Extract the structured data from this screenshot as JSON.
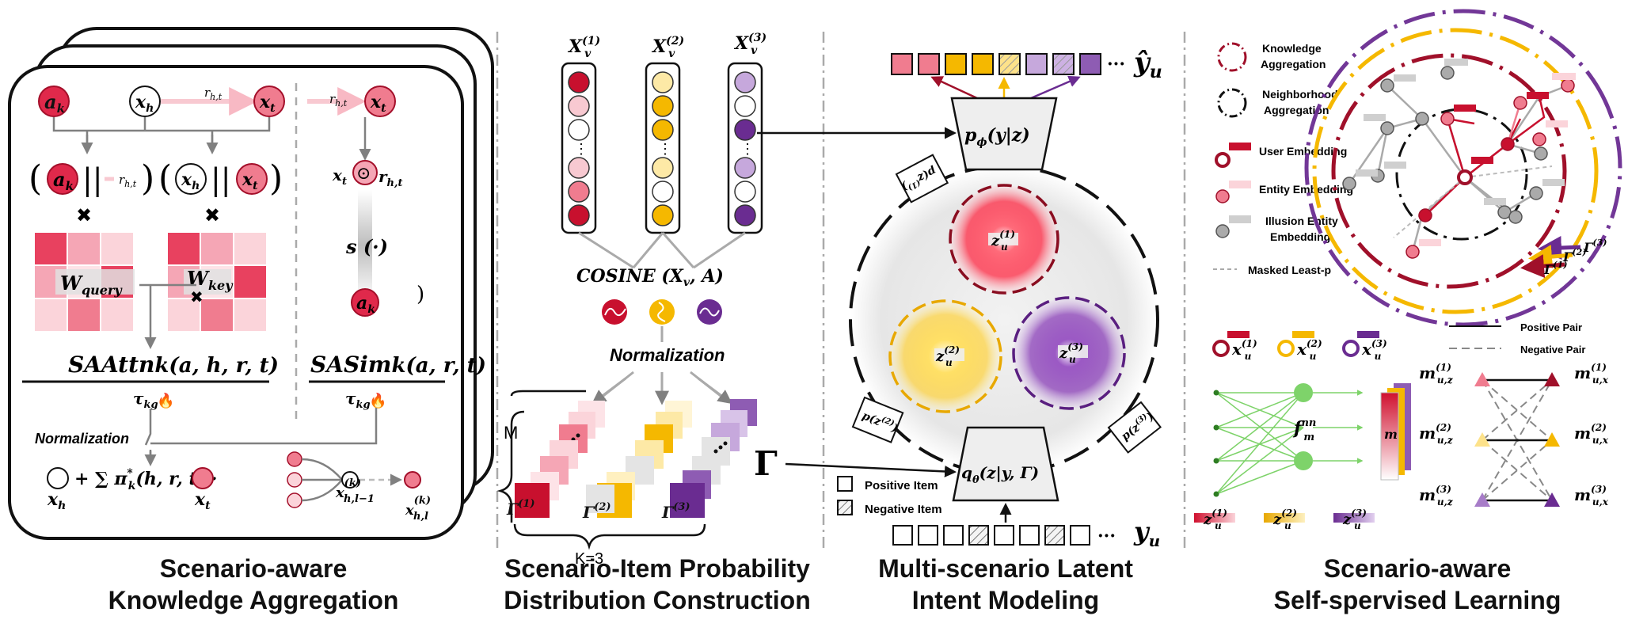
{
  "colors": {
    "red": "#c8102e",
    "pink": "#f07c8f",
    "lightpink": "#f8c9d1",
    "gold": "#f5b800",
    "lightgold": "#fde9a6",
    "purple": "#6a2c91",
    "lightpurple": "#c6a8dc",
    "green": "#7ed36a",
    "gray": "#9a9a9a"
  },
  "panel1": {
    "caption_line1": "Scenario-aware",
    "caption_line2": "Knowledge Aggregation",
    "node_ak": "a",
    "node_ak_sub": "k",
    "node_xh": "x",
    "node_xh_sub": "h",
    "node_xt": "x",
    "node_xt_sub": "t",
    "rel": "r",
    "rel_sub": "h,t",
    "concat": "||",
    "times": "✖",
    "wq": "W",
    "wq_sub": "query",
    "wk": "W",
    "wk_sub": "key",
    "saattn": "SAAttn",
    "saattn_args": "k(a, h, r, t)",
    "sasim": "SASim",
    "sasim_args": "k(a, r, t)",
    "tau": "τ",
    "tau_sub": "kg",
    "fire": "🔥",
    "normalization": "Normalization",
    "s_dot": "s (·)",
    "paren": ")",
    "odot": "⊙",
    "formula_plus": "+ ∑ π",
    "formula_star": "*",
    "formula_k": "k",
    "formula_args": "(h, r, t) ·",
    "x_hl1": "x",
    "x_hl1_sub": "h,l−1",
    "x_hl": "x",
    "x_hl_sub": "h,l",
    "k_sup": "(k)"
  },
  "panel2": {
    "caption_line1": "Scenario-Item Probability",
    "caption_line2": "Distribution Construction",
    "xv1": "X",
    "xv1_sub": "v",
    "xv1_sup": "(1)",
    "xv2": "X",
    "xv2_sub": "v",
    "xv2_sup": "(2)",
    "xv3": "X",
    "xv3_sub": "v",
    "xv3_sup": "(3)",
    "cosine": "COSINE (X",
    "cosine_sub": "v",
    "cosine_end": ", A)",
    "normalization": "Normalization",
    "m_label": "M",
    "k_label": "K=3",
    "gamma1": "Γ",
    "gamma1_sup": "(1)",
    "gamma2": "Γ",
    "gamma2_sup": "(2)",
    "gamma3": "Γ",
    "gamma3_sup": "(3)",
    "gamma_big": "Γ",
    "dots": "⋮"
  },
  "panel3": {
    "caption_line1": "Multi-scenario Latent",
    "caption_line2": "Intent Modeling",
    "decoder": "p",
    "decoder_sub": "ϕ",
    "decoder_args": "(y|z)",
    "encoder": "q",
    "encoder_sub": "θ",
    "encoder_args": "(z|y, Γ)",
    "y_hat": "ŷ",
    "y_hat_sub": "u",
    "y": "y",
    "y_sub": "u",
    "ellipsis": "···",
    "z1": "z",
    "z1_sub": "u",
    "z1_sup": "(1)",
    "z2": "z",
    "z2_sub": "u",
    "z2_sup": "(2)",
    "z3": "z",
    "z3_sub": "u",
    "z3_sup": "(3)",
    "pz1": "p(z",
    "pz1_sup": "(1)",
    "pz1_end": ")",
    "pz2": "p(z",
    "pz2_sup": "(2)",
    "pz2_end": ")",
    "pz3": "p(z",
    "pz3_sup": "(3)",
    "pz3_end": ")",
    "legend_positive": "Positive Item",
    "legend_negative": "Negative Item"
  },
  "panel4": {
    "caption_line1": "Scenario-aware",
    "caption_line2": "Self-spervised Learning",
    "legend_knowledge_1": "Knowledge",
    "legend_knowledge_2": "Aggregation",
    "legend_neighborhood_1": "Neighborhood",
    "legend_neighborhood_2": "Aggregation",
    "legend_user": "User Embedding",
    "legend_entity": "Entity Embedding",
    "legend_illusion_1": "Illusion Entity",
    "legend_illusion_2": "Embedding",
    "legend_masked": "Masked Least-p",
    "gamma": "Γ",
    "gamma1_sup": "(1)",
    "gamma2_sup": "(2)",
    "gamma3_sup": "(3)",
    "xu": "x",
    "xu_sub": "u",
    "xu1_sup": "(1)",
    "xu2_sup": "(2)",
    "xu3_sup": "(3)",
    "fnn": "f",
    "fnn_sub": "m",
    "fnn_sup": "nn",
    "m_vec": "m",
    "zu": "z",
    "zu_sub": "u",
    "zu1_sup": "(1)",
    "zu2_sup": "(2)",
    "zu3_sup": "(3)",
    "positive_pair": "Positive  Pair",
    "negative_pair": "Negative Pair",
    "m": "m",
    "mz_sub": "u,z",
    "mx_sub": "u,x",
    "m1_sup": "(1)",
    "m2_sup": "(2)",
    "m3_sup": "(3)"
  }
}
